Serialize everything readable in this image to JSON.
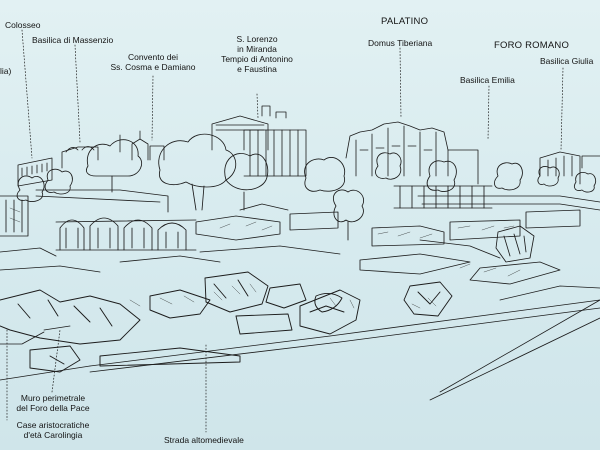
{
  "labels": {
    "colosseo": "Colosseo",
    "basilica_massenzio": "Basilica di Massenzio",
    "convento_l1": "Convento dei",
    "convento_l2": "Ss. Cosma e Damiano",
    "lorenzo_l1": "S. Lorenzo",
    "lorenzo_l2": "in Miranda",
    "lorenzo_l3": "Tempio di Antonino",
    "lorenzo_l4": "e Faustina",
    "palatino": "PALATINO",
    "domus_tiberiana": "Domus Tiberiana",
    "foro_romano": "FORO ROMANO",
    "basilica_emilia": "Basilica Emilia",
    "basilica_giulia": "Basilica Giulia",
    "edge_left": "lia)",
    "muro_l1": "Muro perimetrale",
    "muro_l2": "del Foro della Pace",
    "case_l1": "Case aristocratiche",
    "case_l2": "d'età Carolingia",
    "strada": "Strada altomedievale"
  },
  "colors": {
    "background": "#d9ecef",
    "ink": "#141414"
  }
}
